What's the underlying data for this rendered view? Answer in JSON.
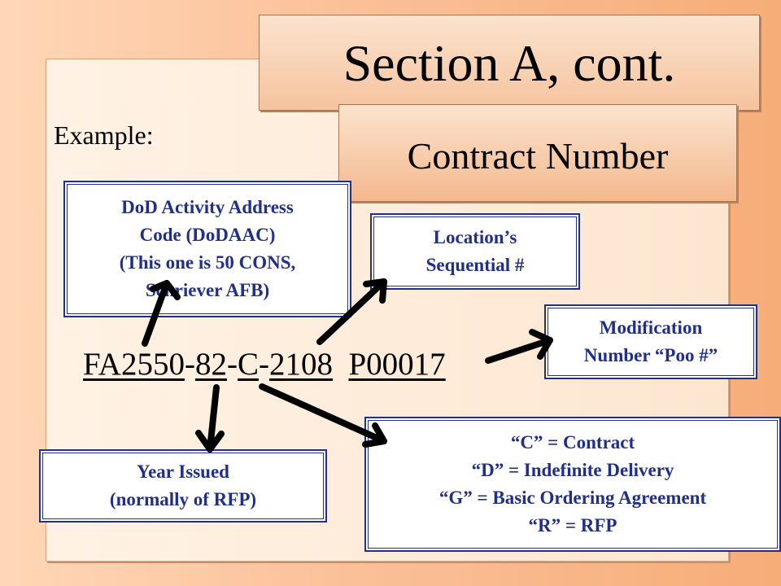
{
  "title": "Section A, cont.",
  "subtitle": "Contract Number",
  "example_label": "Example:",
  "contract_parts": [
    "FA2550",
    "-",
    "82",
    "-",
    "C",
    "-",
    "2108",
    "P00017"
  ],
  "boxes": {
    "dodaac": [
      "DoD Activity Address",
      "Code (DoDAAC)",
      "(This one is 50 CONS,",
      "Schriever AFB)"
    ],
    "sequential": [
      "Location’s",
      "Sequential #"
    ],
    "modification": [
      "Modification",
      "Number “Poo #”"
    ],
    "year": [
      "Year Issued",
      "(normally of RFP)"
    ],
    "types": [
      "“C” = Contract",
      "“D” = Indefinite Delivery",
      "“G” = Basic Ordering Agreement",
      "“R” = RFP"
    ]
  },
  "colors": {
    "box_text": "#1f2f8a",
    "arrow": "#000000",
    "background": "#f8b888"
  }
}
